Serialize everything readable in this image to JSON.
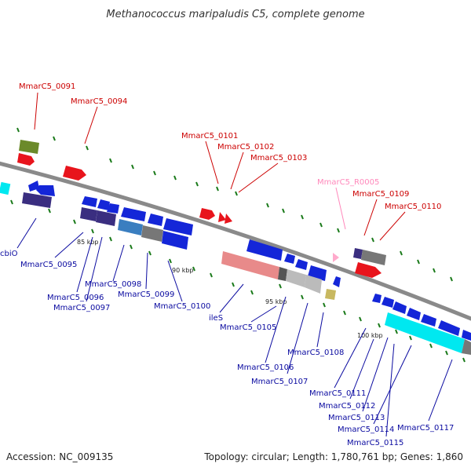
{
  "title": "Methanococcus maripaludis C5, complete genome",
  "footer": {
    "accession": "Accession: NC_009135",
    "topology": "Topology: circular; Length: 1,780,761 bp; Genes: 1,860"
  },
  "ticks": [
    "85 kbp",
    "90 kbp",
    "95 kbp",
    "100 kbp"
  ],
  "labels": {
    "upper": [
      "MmarC5_0091",
      "MmarC5_0094",
      "MmarC5_0101",
      "MmarC5_0102",
      "MmarC5_0103",
      "MmarC5_R0005",
      "MmarC5_0109",
      "MmarC5_0110"
    ],
    "lower": [
      "cbiO",
      "MmarC5_0095",
      "MmarC5_0096",
      "MmarC5_0097",
      "MmarC5_0098",
      "MmarC5_0099",
      "MmarC5_0100",
      "ileS",
      "MmarC5_0105",
      "MmarC5_0106",
      "MmarC5_0107",
      "MmarC5_0108",
      "MmarC5_0111",
      "MmarC5_0112",
      "MmarC5_0113",
      "MmarC5_0114",
      "MmarC5_0115",
      "MmarC5_0117"
    ]
  },
  "colors": {
    "forward_cds": "#e8141c",
    "reverse_cds": "#1426d8",
    "rna": "#ffaacc",
    "backbone": "#888888",
    "tick": "#1a7a1a",
    "label_forward": "#cc0000",
    "label_reverse": "#0a0aa0",
    "label_rna": "#ff88bb"
  }
}
